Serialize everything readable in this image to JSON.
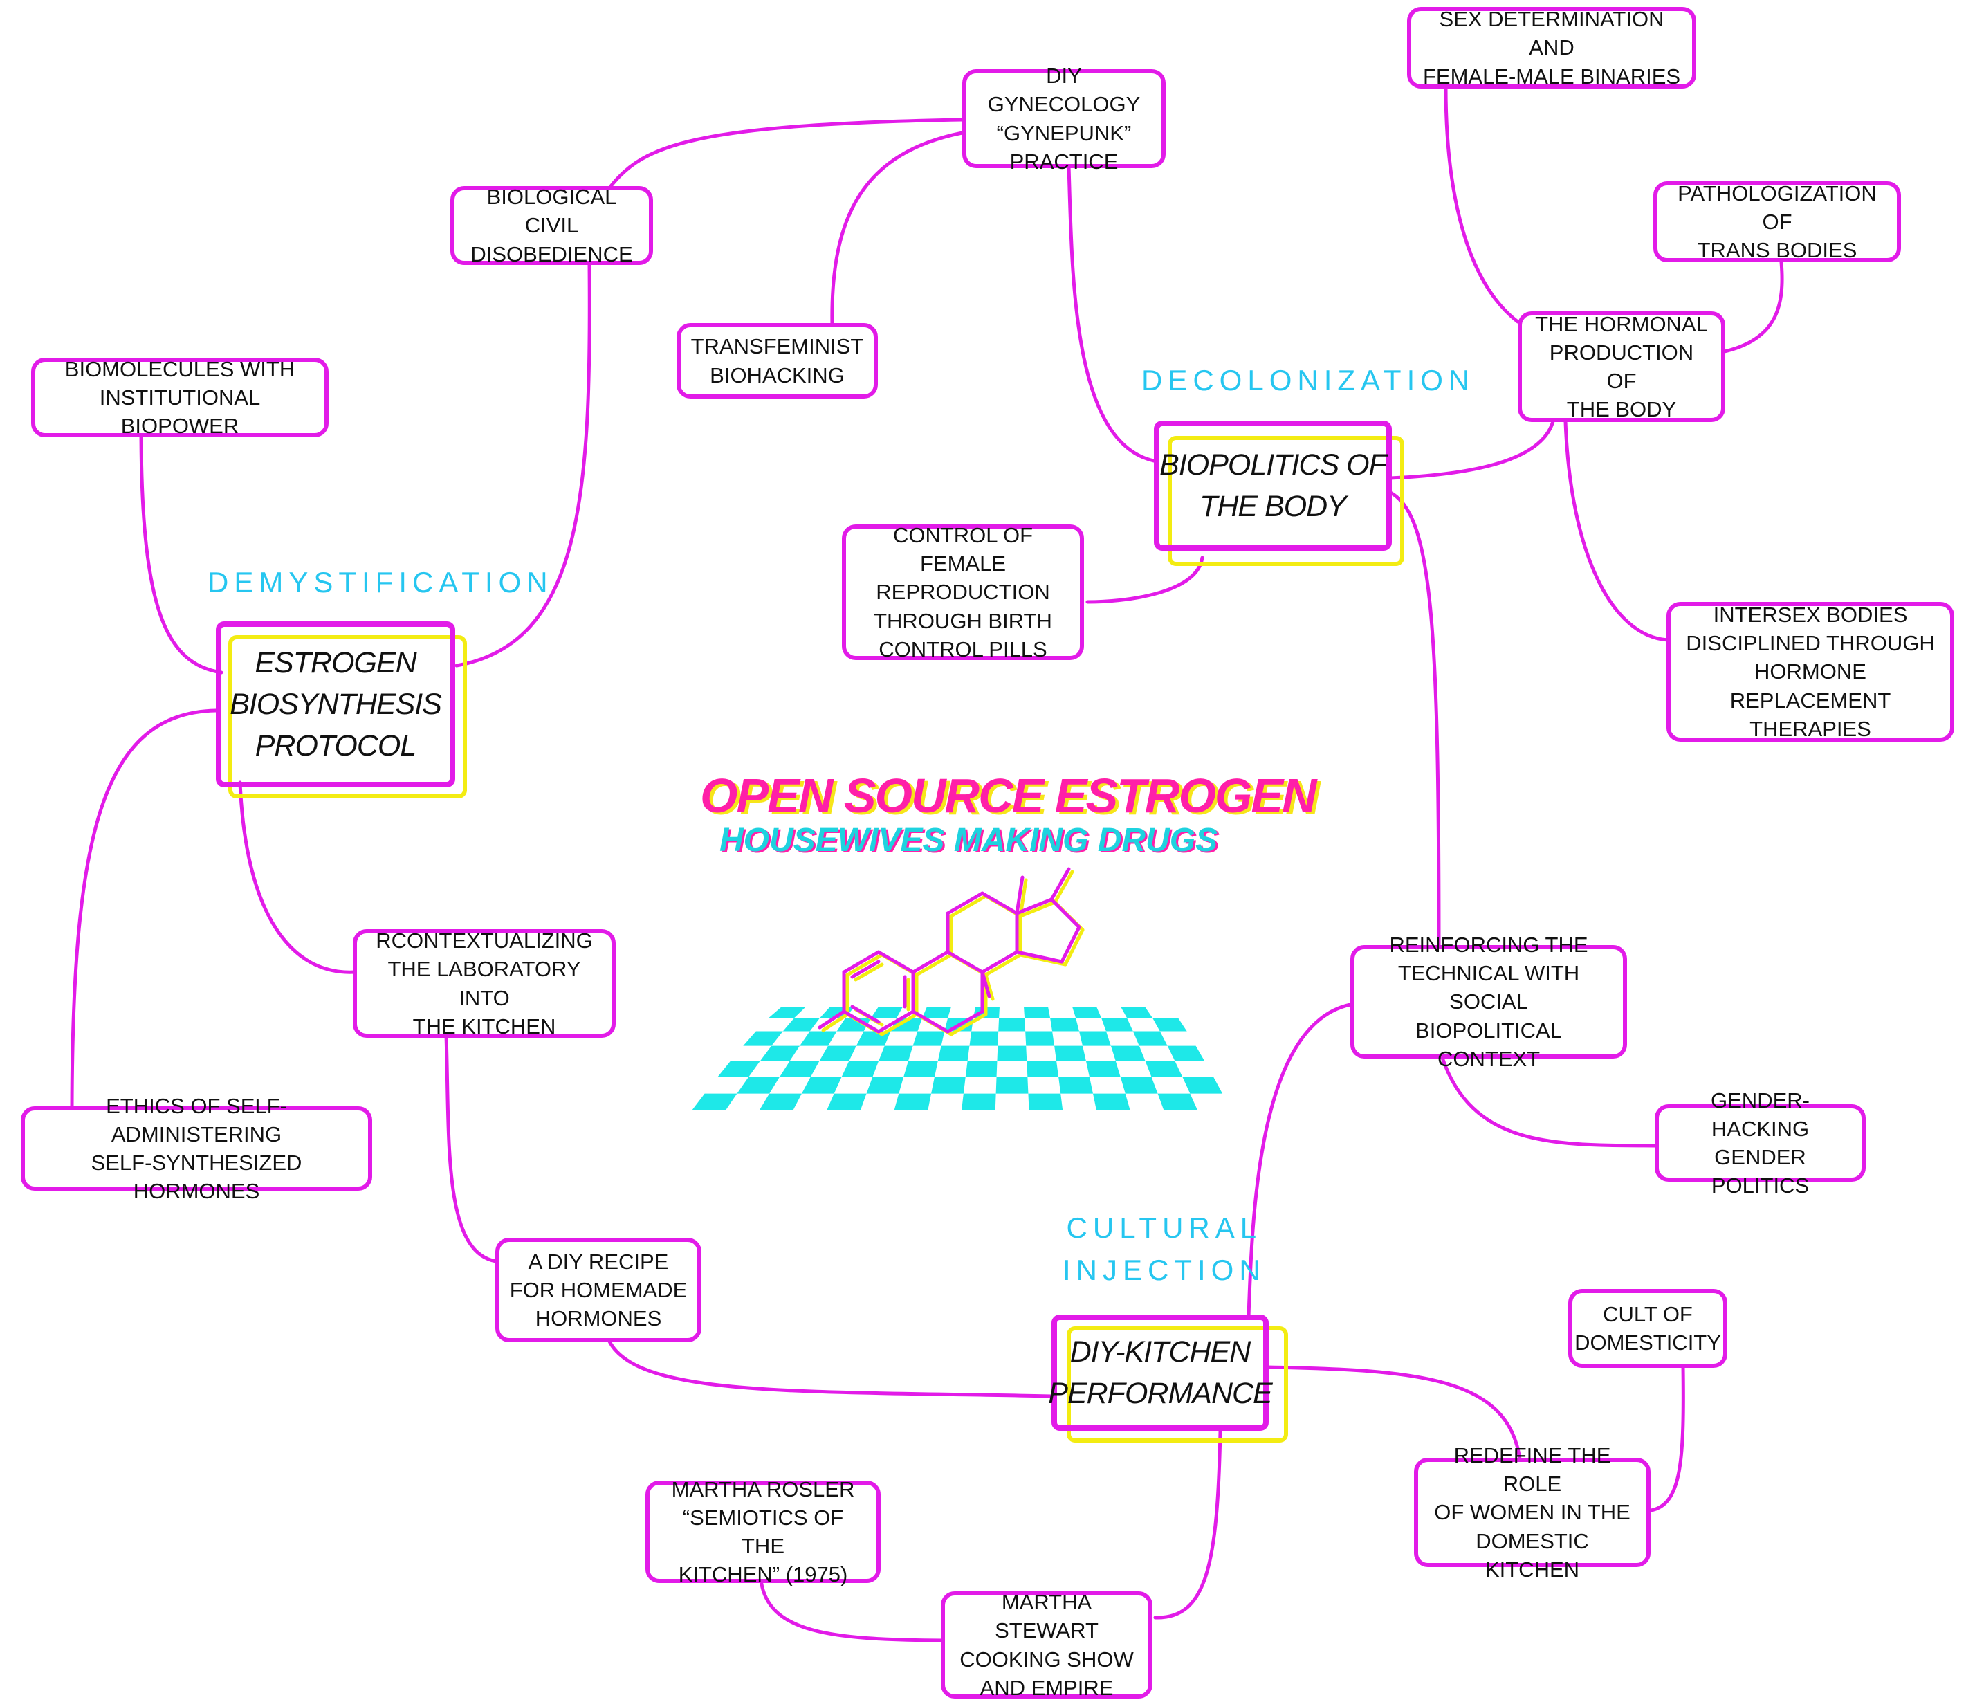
{
  "title": {
    "line1": "OPEN SOURCE ESTROGEN",
    "line2": "HOUSEWIVES MAKING DRUGS"
  },
  "categories": {
    "demystification": "DEMYSTIFICATION",
    "decolonization": "DECOLONIZATION",
    "cultural_injection": "CULTURAL\nINJECTION"
  },
  "main_nodes": {
    "estrogen": "ESTROGEN\nBIOSYNTHESIS\nPROTOCOL",
    "biopolitics": "BIOPOLITICS OF\nTHE BODY",
    "diy_kitchen": "DIY-KITCHEN\nPERFORMANCE"
  },
  "nodes": {
    "diy_gynecology": "DIY GYNECOLOGY\n“GYNEPUNK”\nPRACTICE",
    "biological_civil": "BIOLOGICAL CIVIL\nDISOBEDIENCE",
    "transfeminist": "TRANSFEMINIST\nBIOHACKING",
    "biomolecules": "BIOMOLECULES WITH\nINSTITUTIONAL BIOPOWER",
    "sex_determination": "SEX DETERMINATION AND\nFEMALE-MALE BINARIES",
    "pathologization": "PATHOLOGIZATION OF\nTRANS BODIES",
    "hormonal_production": "THE HORMONAL\nPRODUCTION OF\nTHE BODY",
    "control_female": "CONTROL OF FEMALE\nREPRODUCTION\nTHROUGH BIRTH\nCONTROL PILLS",
    "intersex": "INTERSEX BODIES\nDISCIPLINED THROUGH\nHORMONE REPLACEMENT\nTHERAPIES",
    "rcontextualizing": "RCONTEXTUALIZING\nTHE LABORATORY INTO\nTHE KITCHEN",
    "reinforcing": "REINFORCING THE\nTECHNICAL WITH SOCIAL\nBIOPOLITICAL CONTEXT",
    "ethics": "ETHICS OF SELF-ADMINISTERING\nSELF-SYNTHESIZED HORMONES",
    "gender_hacking": "GENDER-HACKING\nGENDER POLITICS",
    "diy_recipe": "A DIY RECIPE\nFOR HOMEMADE\nHORMONES",
    "cult_domesticity": "CULT OF\nDOMESTICITY",
    "redefine": "REDEFINE THE ROLE\nOF WOMEN IN THE\nDOMESTIC KITCHEN",
    "martha_rosler": "MARTHA ROSLER\n“SEMIOTICS OF THE\nKITCHEN” (1975)",
    "martha_stewart": "MARTHA STEWART\nCOOKING SHOW\nAND EMPIRE"
  },
  "colors": {
    "magenta": "#e21be8",
    "yellow": "#f3ec12",
    "cyan": "#1ee8e8",
    "category_blue": "#26c6f0"
  }
}
